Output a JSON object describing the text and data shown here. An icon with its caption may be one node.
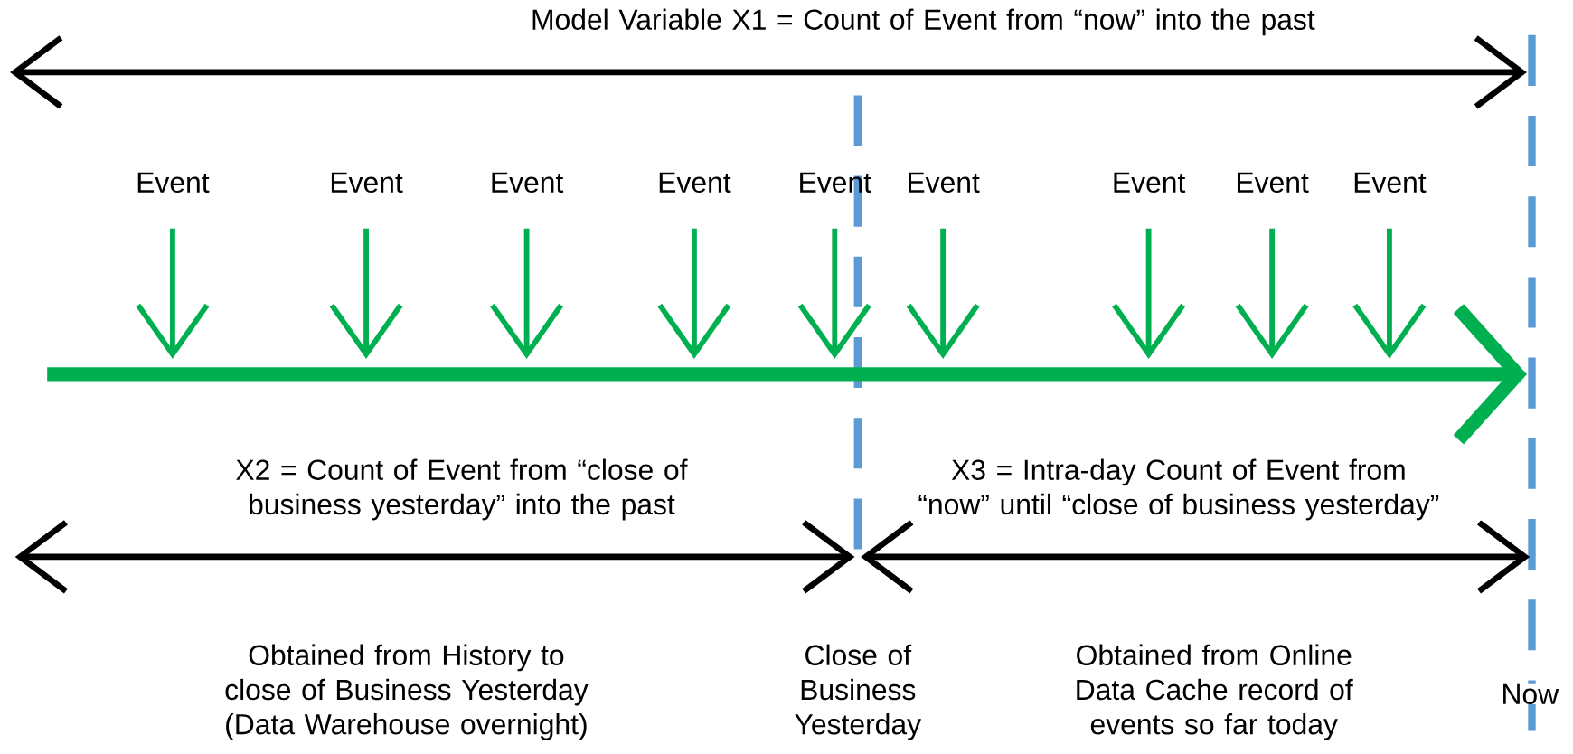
{
  "diagram": {
    "nodes": [
      {
        "text": [
          "Event"
        ]
      },
      {
        "text": [
          "Event"
        ]
      },
      {
        "text": [
          "Event"
        ]
      },
      {
        "text": [
          "Event"
        ]
      },
      {
        "text": [
          "Event"
        ]
      },
      {
        "text": [
          "Event"
        ]
      },
      {
        "text": [
          "Event"
        ]
      },
      {
        "text": [
          "Event"
        ]
      },
      {
        "text": [
          "Event"
        ]
      }
    ],
    "edges": [
      {
        "from": 0,
        "to": null,
        "arrow": "to"
      },
      {
        "from": 1,
        "to": null,
        "arrow": "to"
      },
      {
        "from": 2,
        "to": null,
        "arrow": "to"
      },
      {
        "from": 3,
        "to": null,
        "arrow": "to"
      },
      {
        "from": 4,
        "to": null,
        "arrow": "to"
      },
      {
        "from": 5,
        "to": null,
        "arrow": "to"
      },
      {
        "from": 6,
        "to": null,
        "arrow": "to"
      },
      {
        "from": 7,
        "to": null,
        "arrow": "to"
      },
      {
        "from": 8,
        "to": null,
        "arrow": "to"
      }
    ],
    "labels": [
      "Model Variable X1 =  Count of Event from “now” into the past",
      "X2 =  Count of Event from “close of business yesterday” into the past",
      "X3 =  Intra-day Count of Event from “now” until  “close of business  yesterday”",
      "Obtained from History to close of Business Yesterday (Data Warehouse overnight)",
      "Close of Business Yesterday",
      "Obtained from Online Data Cache record of events so far today",
      "Now"
    ]
  }
}
